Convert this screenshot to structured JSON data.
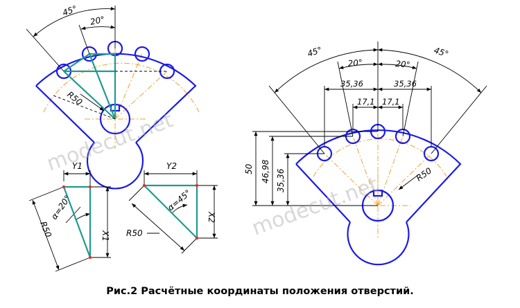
{
  "caption": "Рис.2 Расчётные координаты положения отверстий.",
  "watermark": "modecut.net",
  "colors": {
    "outline": "#1a1ae6",
    "center_lines": "#f0a030",
    "construction": "#1e9b8c",
    "dimension": "#000000",
    "points": "#e03030"
  },
  "left_view": {
    "angle_total": "45°",
    "angle_step": "20°",
    "radius": "R50"
  },
  "right_view": {
    "angle_left": "45°",
    "angle_right": "45°",
    "step_left": "20°",
    "step_right": "20°",
    "x_outer_left": "35,36",
    "x_outer_right": "35,36",
    "x_inner_left": "17,1",
    "x_inner_right": "17,1",
    "h_total": "50",
    "h_mid": "46,98",
    "h_low": "35,36",
    "radius": "R50"
  },
  "detail_1": {
    "y_label": "Y1",
    "x_label": "X1",
    "alpha": "α=20°",
    "radius": "R50"
  },
  "detail_2": {
    "y_label": "Y2",
    "x_label": "X2",
    "alpha": "α=45°",
    "radius": "R50"
  }
}
